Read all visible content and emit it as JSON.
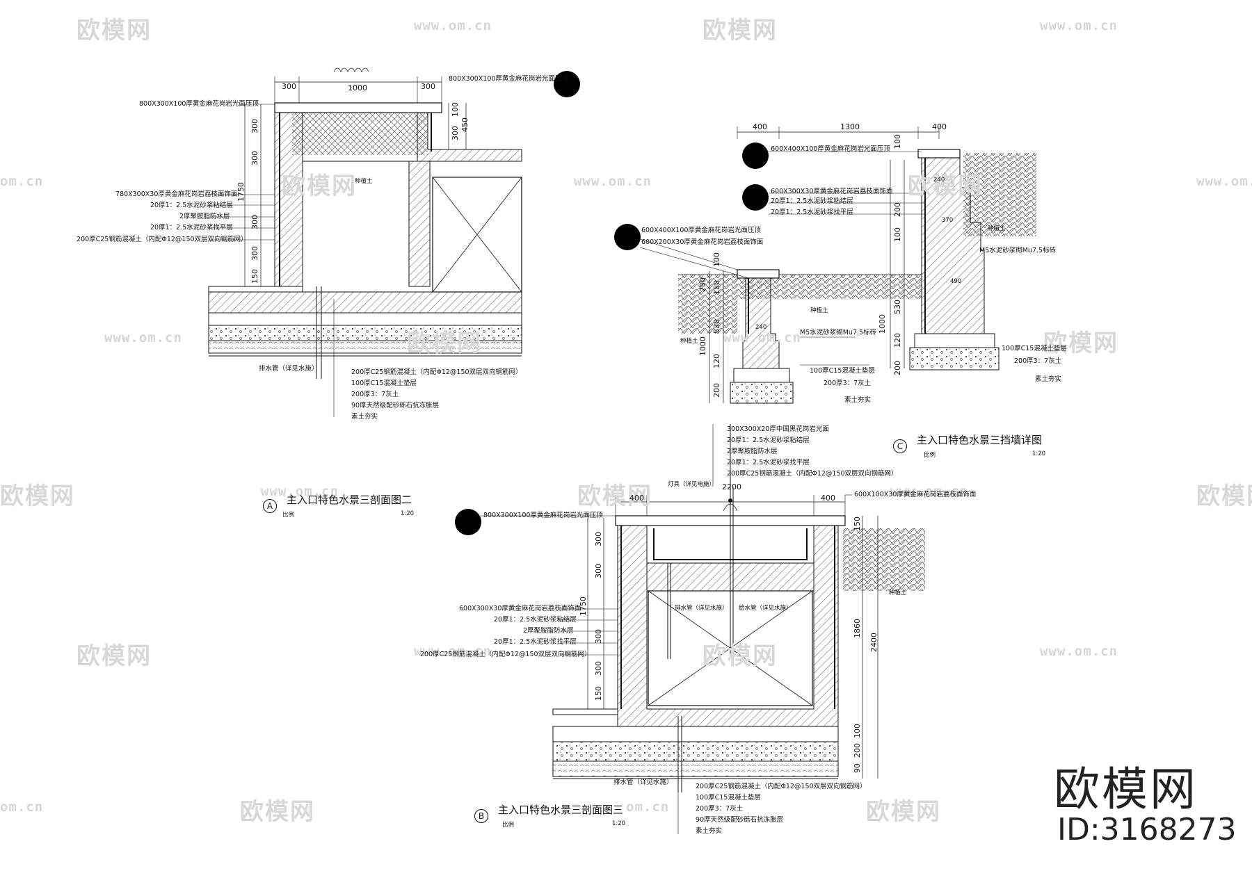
{
  "watermark": {
    "logo_text": "欧模网",
    "url_text": "www.om.cn",
    "url_short": "om.cn"
  },
  "brand": {
    "name": "欧模网",
    "id": "ID:3168273"
  },
  "sectionA": {
    "title": "主入口特色水景三剖面图二",
    "bubble": "A",
    "scale_label": "比例",
    "scale": "1:20",
    "top_dims": [
      "300",
      "1000",
      "300"
    ],
    "side_dims_right": [
      "100",
      "300",
      "450"
    ],
    "side_dims_left": [
      "300",
      "300",
      "1750",
      "300",
      "300",
      "150"
    ],
    "labels_top": [
      "800X300X100厚黄金麻花岗岩光面压顶",
      "800X300X100厚黄金麻花岗岩光面压顶"
    ],
    "labels_left": [
      "780X300X30厚黄金麻花岗岩荔枝面饰面",
      "20厚1：2.5水泥砂浆粘结层",
      "2厚聚胺脂防水层",
      "20厚1：2.5水泥砂浆找平层",
      "200厚C25钢筋混凝土（内配Φ12@150双层双向钢筋网）"
    ],
    "labels_bottom": [
      "200厚C25钢筋混凝土（内配Φ12@150双层双向钢筋网）",
      "100厚C15混凝土垫层",
      "200厚3：7灰土",
      "90厚天然级配砂砾石抗冻胀层",
      "素土夯实"
    ],
    "pipe_label": "排水管（详见水施）",
    "soil": "种植土"
  },
  "sectionB": {
    "title": "主入口特色水景三剖面图三",
    "bubble": "B",
    "scale_label": "比例",
    "scale": "1:20",
    "top_dims": [
      "400",
      "2200",
      "400"
    ],
    "fountain_label": "灯具（详见电施）",
    "side_dims_left": [
      "300",
      "300",
      "1750",
      "300",
      "300",
      "150"
    ],
    "side_dims_right": [
      "150",
      "1860",
      "2400",
      "100",
      "200",
      "90"
    ],
    "labels_top": [
      "300X300X20厚中国黑花岗岩光面",
      "20厚1：2.5水泥砂浆粘结层",
      "2厚聚胺脂防水层",
      "20厚1：2.5水泥砂浆找平层",
      "200厚C25钢筋混凝土（内配Φ12@150双层双向钢筋网）"
    ],
    "label_right_top": "600X100X30厚黄金麻花岗岩荔枝面饰面",
    "label_left_top": "800X300X100厚黄金麻花岗岩光面压顶",
    "labels_left": [
      "600X300X30厚黄金麻花岗岩荔枝面饰面",
      "20厚1：2.5水泥砂浆粘结层",
      "2厚聚胺脂防水层",
      "20厚1：2.5水泥砂浆找平层",
      "200厚C25钢筋混凝土（内配Φ12@150双层双向钢筋网）"
    ],
    "pipe_labels": [
      "排水管（详见水施）",
      "给水管（详见水施）"
    ],
    "bottom_pipe": "排水管（详见水施）",
    "labels_bottom": [
      "200厚C25钢筋混凝土（内配Φ12@150双层双向钢筋网）",
      "100厚C15混凝土垫层",
      "200厚3：7灰土",
      "90厚天然级配砂砾石抗冻胀层",
      "素土夯实"
    ],
    "soil": "种植土"
  },
  "sectionC": {
    "title": "主入口特色水景三挡墙详图",
    "bubble": "C",
    "scale_label": "比例",
    "scale": "1:20",
    "top_dims": [
      "400",
      "1300",
      "400"
    ],
    "labels_top": [
      "600X400X100厚黄金麻花岗岩光面压顶",
      "600X300X30厚黄金麻花岗岩荔枝面饰面",
      "20厚1：2.5水泥砂浆粘结层",
      "20厚1：2.5水泥砂浆找平层"
    ],
    "labels_small_wall": [
      "600X400X100厚黄金麻花岗岩光面压顶",
      "600X200X30厚黄金麻花岗岩荔枝面饰面"
    ],
    "wall_dims": [
      "240",
      "370",
      "490"
    ],
    "small_dims": [
      "100",
      "250",
      "150",
      "530",
      "1000",
      "120",
      "200"
    ],
    "big_dims": [
      "100",
      "200",
      "100",
      "530",
      "1000",
      "120",
      "200"
    ],
    "brick": "M5水泥砂浆砌Mu7.5标砖",
    "soil": "种植土",
    "found_labels": [
      "100厚C15混凝土垫层",
      "200厚3：7灰土",
      "素土夯实"
    ],
    "small_w": "240"
  }
}
